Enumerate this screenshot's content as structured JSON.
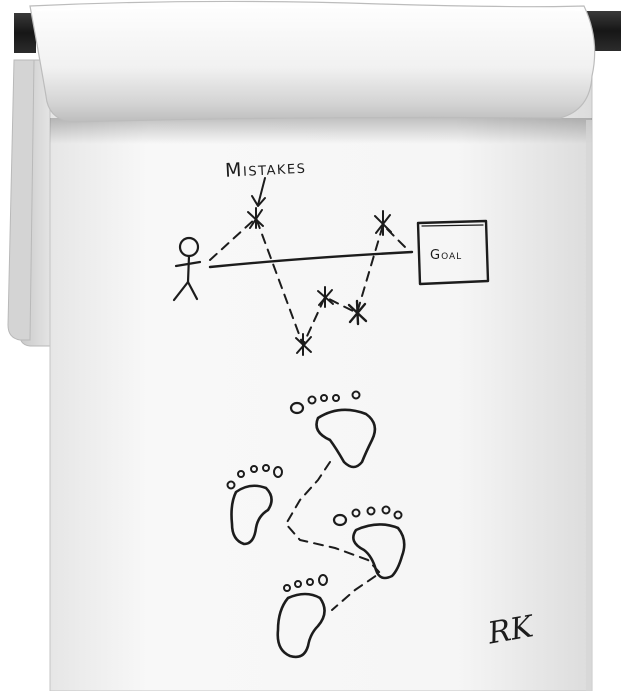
{
  "flipchart": {
    "label_mistakes": "Mistakes",
    "label_goal": "Goal",
    "signature": "RK"
  }
}
